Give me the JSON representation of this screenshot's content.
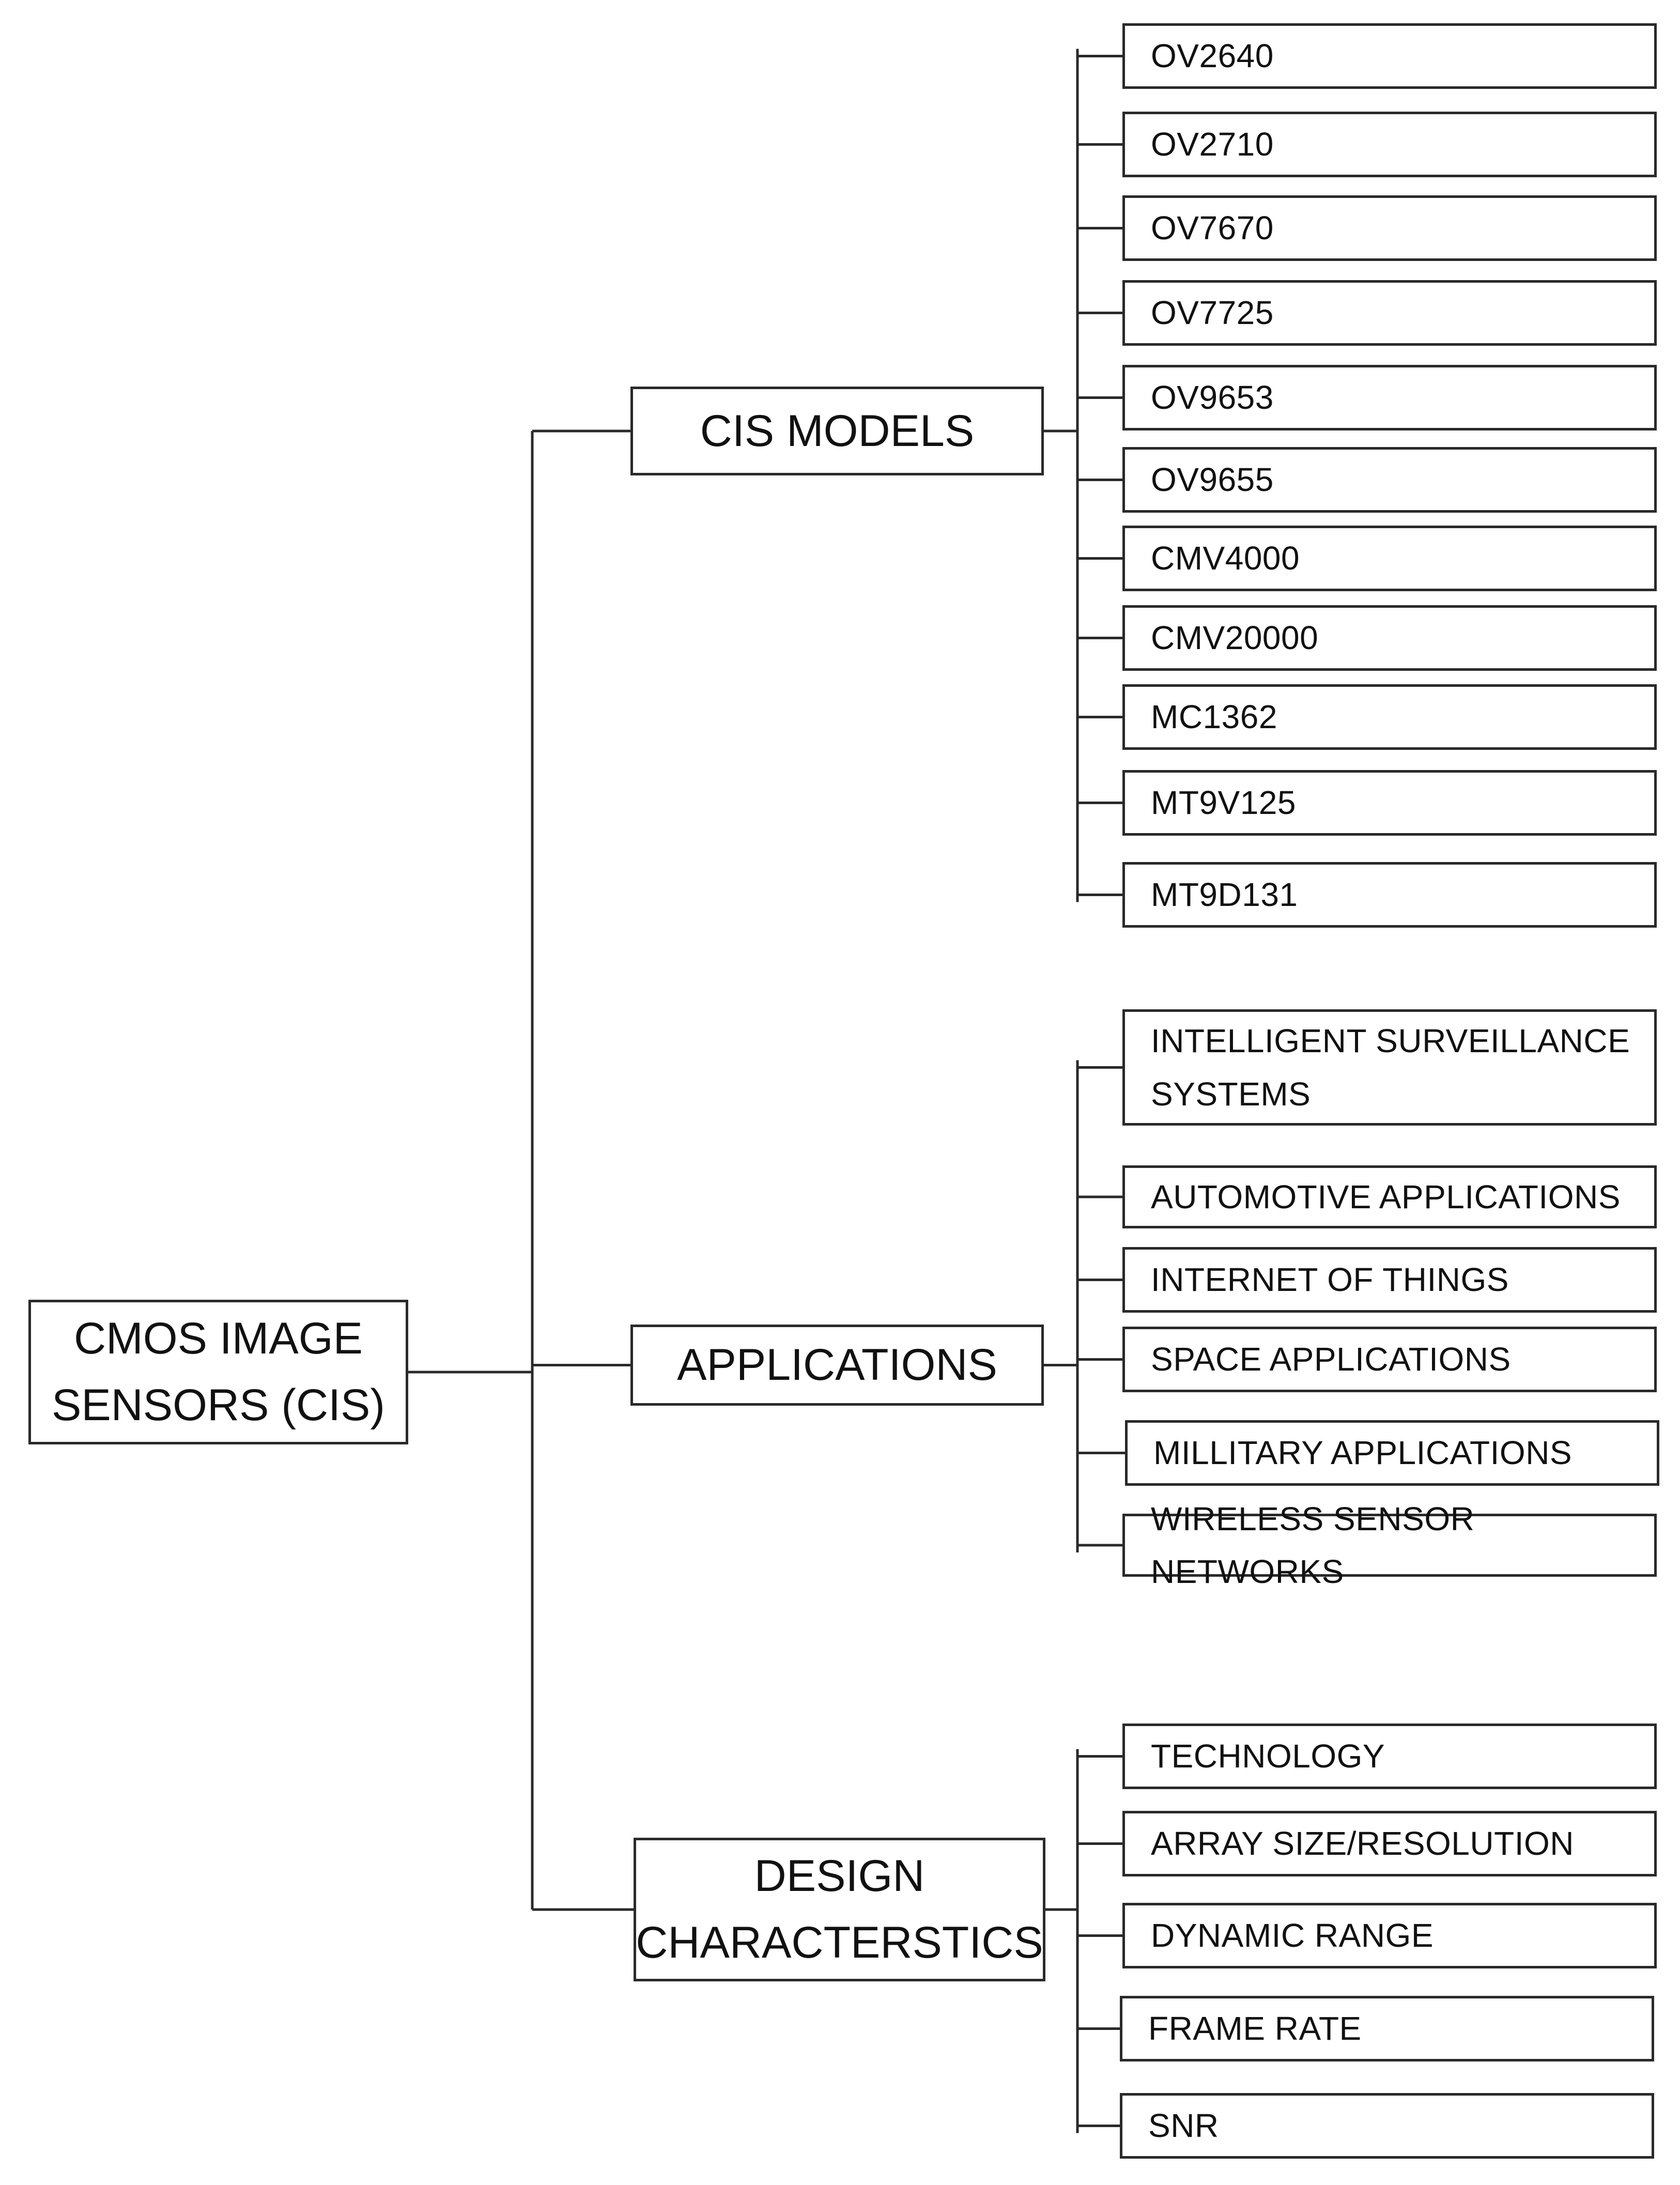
{
  "root": {
    "label": "CMOS IMAGE\nSENSORS (CIS)"
  },
  "branches": [
    {
      "label": "CIS MODELS",
      "items": [
        "OV2640",
        "OV2710",
        "OV7670",
        "OV7725",
        "OV9653",
        "OV9655",
        "CMV4000",
        "CMV20000",
        "MC1362",
        "MT9V125",
        "MT9D131"
      ]
    },
    {
      "label": "APPLICATIONS",
      "items": [
        "INTELLIGENT SURVEILLANCE\nSYSTEMS",
        "AUTOMOTIVE APPLICATIONS",
        "INTERNET OF THINGS",
        "SPACE APPLICATIONS",
        "MILLITARY APPLICATIONS",
        "WIRELESS SENSOR NETWORKS"
      ]
    },
    {
      "label": "DESIGN\nCHARACTERSTICS",
      "items": [
        "TECHNOLOGY",
        "ARRAY SIZE/RESOLUTION",
        "DYNAMIC RANGE",
        "FRAME RATE",
        "SNR"
      ]
    }
  ]
}
